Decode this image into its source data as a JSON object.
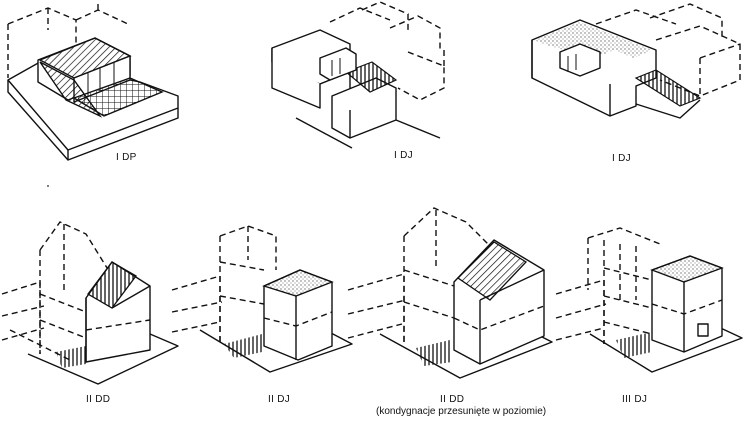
{
  "figures": [
    {
      "id": "a",
      "label": "I DP"
    },
    {
      "id": "b",
      "label": "I DJ"
    },
    {
      "id": "c",
      "label": "I DJ"
    },
    {
      "id": "d",
      "label": "II DD"
    },
    {
      "id": "e",
      "label": "II DJ"
    },
    {
      "id": "f",
      "label": "II DD"
    },
    {
      "id": "g",
      "label": "III DJ"
    }
  ],
  "note": "(kondygnacje przesunięte w poziomie)"
}
